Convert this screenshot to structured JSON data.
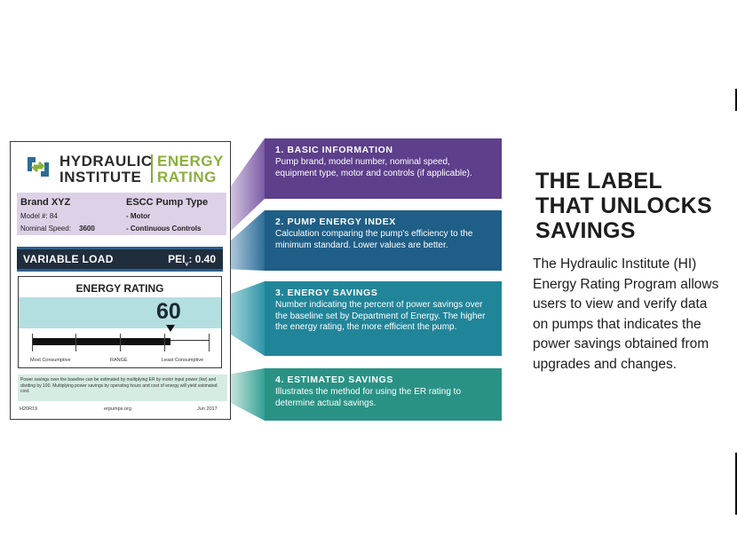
{
  "label": {
    "brand_line_1": "HYDRAULIC",
    "brand_line_2": "INSTITUTE",
    "brand_line_3": "ENERGY",
    "brand_line_4": "RATING",
    "brand": "Brand XYZ",
    "model": "Model #: 84",
    "speed_label": "Nominal Speed:",
    "speed_value": "3600",
    "pump_type": "ESCC Pump Type",
    "type_1": "- Motor",
    "type_2": "- Continuous Controls",
    "load": "VARIABLE LOAD",
    "pei": "PEI",
    "pei_sub": "v",
    "pei_value": ": 0.40",
    "rating_title": "ENERGY RATING",
    "rating_value": "60",
    "rating_fraction": 0.78,
    "range_left": "Most Consumptive",
    "range_mid": "RANGE",
    "range_right": "Least Consumptive",
    "savings_note": "Power savings over the baseline can be estimated by multiplying ER by motor input power (kw) and dividing by 100. Multiplying power savings by operating hours and cost of energy will yield estimated cost.",
    "footer_left": "H20R19",
    "footer_mid": "erpumps.org",
    "footer_right": "Jun 2017"
  },
  "panels": [
    {
      "title": "1. BASIC INFORMATION",
      "text": "Pump brand, model number, nominal speed, equipment type, motor and controls (if applicable).",
      "color": "#5d3f8b"
    },
    {
      "title": "2. PUMP ENERGY INDEX",
      "text": "Calculation comparing the pump's efficiency to the minimum standard. Lower values are better.",
      "color": "#1f5e86"
    },
    {
      "title": "3. ENERGY SAVINGS",
      "text": "Number indicating the percent of power savings over the baseline set by Department of Energy. The higher the energy rating, the more efficient the pump.",
      "color": "#21859a"
    },
    {
      "title": "4. ESTIMATED SAVINGS",
      "text": "Illustrates the method for using the ER rating to determine actual savings.",
      "color": "#2a9285"
    }
  ],
  "headline": "THE LABEL THAT UNLOCKS SAVINGS",
  "body": "The Hydraulic Institute (HI) Energy Rating Program allows users to view and verify data on pumps that indicates the power savings obtained from upgrades and changes."
}
